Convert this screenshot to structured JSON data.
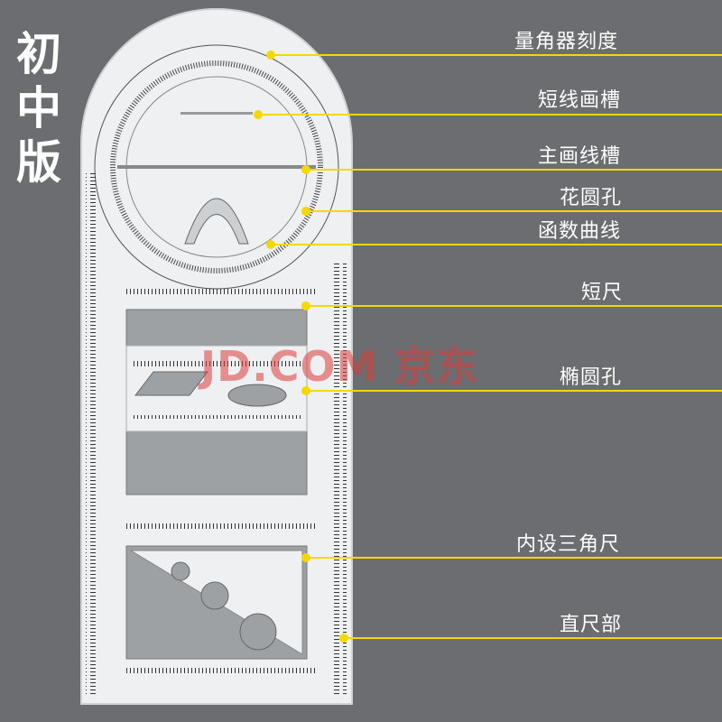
{
  "title": [
    "初",
    "中",
    "版"
  ],
  "watermark": "JD.COM 京东",
  "colors": {
    "background": "#6b6d70",
    "accent": "#f5d800"
  },
  "callouts": [
    {
      "label": "量角器刻度"
    },
    {
      "label": "短线画槽"
    },
    {
      "label": "主画线槽"
    },
    {
      "label": "花圆孔"
    },
    {
      "label": "函数曲线"
    },
    {
      "label": "短尺"
    },
    {
      "label": "椭圆孔"
    },
    {
      "label": "内设三角尺"
    },
    {
      "label": "直尺部"
    }
  ]
}
